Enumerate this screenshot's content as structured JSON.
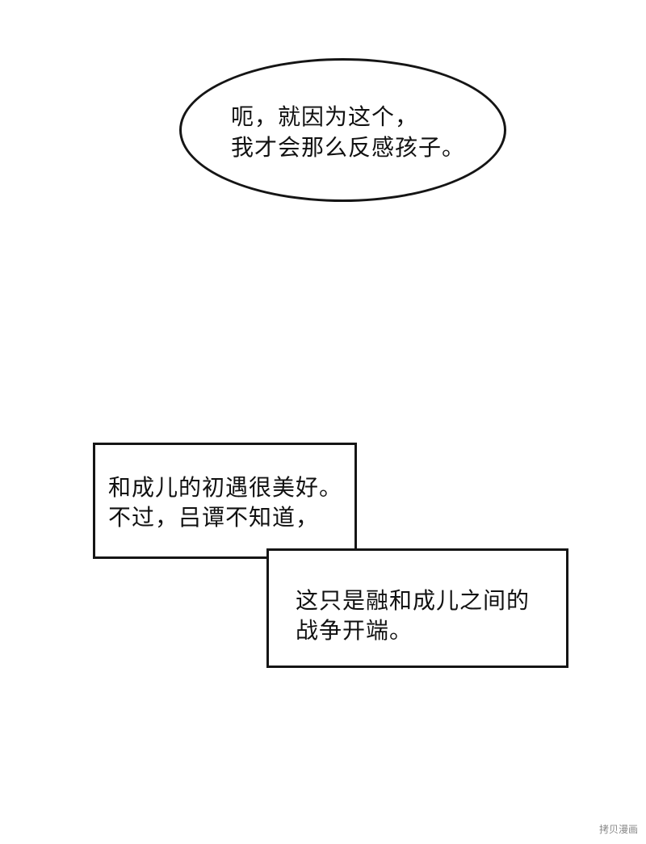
{
  "speech_bubble": {
    "lines": [
      "呃，就因为这个，",
      "我才会那么反感孩子。"
    ]
  },
  "narration_boxes": [
    {
      "lines": [
        "和成儿的初遇很美好。",
        "不过，吕谭不知道，"
      ]
    },
    {
      "lines": [
        "这只是融和成儿之间的",
        "战争开端。"
      ]
    }
  ],
  "watermark": {
    "text": "拷贝漫画"
  },
  "colors": {
    "background": "#ffffff",
    "ink": "#151515"
  }
}
